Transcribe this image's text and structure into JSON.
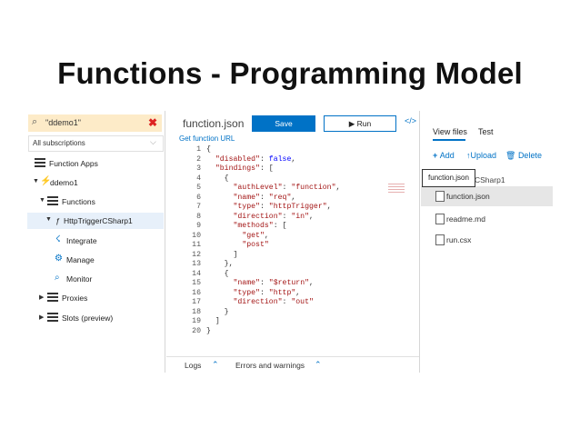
{
  "slide": {
    "title": "Functions - Programming Model"
  },
  "left_panel": {
    "search_text": "\"ddemo1\"",
    "subscriptions": "All subscriptions",
    "tree": {
      "function_apps": "Function Apps",
      "app": "ddemo1",
      "functions": "Functions",
      "function_name": "HttpTriggerCSharp1",
      "integrate": "Integrate",
      "manage": "Manage",
      "monitor": "Monitor",
      "proxies": "Proxies",
      "slots": "Slots (preview)"
    }
  },
  "editor": {
    "file_title": "function.json",
    "save_label": "Save",
    "run_label": "Run",
    "code_toggle": "</>",
    "get_url": "Get function URL",
    "line_numbers": [
      "1",
      "2",
      "3",
      "4",
      "5",
      "6",
      "7",
      "8",
      "9",
      "10",
      "11",
      "12",
      "13",
      "14",
      "15",
      "16",
      "17",
      "18",
      "19",
      "20"
    ],
    "lines": [
      "{",
      "  \"disabled\": false,",
      "  \"bindings\": [",
      "    {",
      "      \"authLevel\": \"function\",",
      "      \"name\": \"req\",",
      "      \"type\": \"httpTrigger\",",
      "      \"direction\": \"in\",",
      "      \"methods\": [",
      "        \"get\",",
      "        \"post\"",
      "      ]",
      "    },",
      "    {",
      "      \"name\": \"$return\",",
      "      \"type\": \"http\",",
      "      \"direction\": \"out\"",
      "    }",
      "  ]",
      "}"
    ],
    "bottom_logs": "Logs",
    "bottom_errors": "Errors and warnings"
  },
  "right_panel": {
    "tab_view_files": "View files",
    "tab_test": "Test",
    "add": "Add",
    "upload": "Upload",
    "delete": "Delete",
    "tooltip": "function.json",
    "tooltip_tail": "CSharp1",
    "files": [
      "function.json",
      "readme.md",
      "run.csx"
    ]
  },
  "colors": {
    "accent": "#0072c6",
    "search_bg": "#fdebc8",
    "close": "#dd2222"
  }
}
